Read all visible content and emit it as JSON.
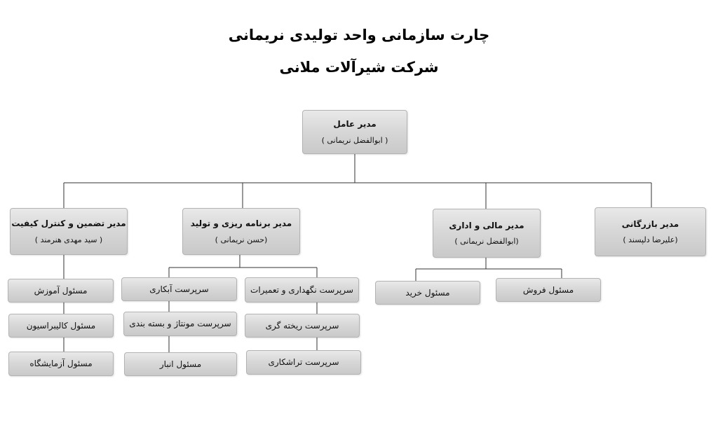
{
  "title": "چارت سازمانی واحد تولیدی نریمانی",
  "subtitle": "شرکت شیرآلات ملانی",
  "ceo": {
    "role": "مدیر عامل",
    "person": "( ابوالفضل نریمانی )"
  },
  "managers": {
    "commerce": {
      "role": "مدیر بازرگانی",
      "person": "(علیرضا دلپسند )"
    },
    "finance": {
      "role": "مدیر مالی و اداری",
      "person": "(ابوالفضل نریمانی )",
      "staff": [
        "مسئول فروش",
        "مسئول خرید"
      ]
    },
    "planning": {
      "role": "مدیر برنامه ریزی و تولید",
      "person": "(حسن نریمانی )",
      "right_column": [
        "سرپرست نگهداری و تعمیرات",
        "سرپرست ریخته گری",
        "سرپرست تراشکاری"
      ],
      "left_column": [
        "سرپرست آبکاری",
        "سرپرست مونتاژ و بسته بندی",
        "مسئول انبار"
      ]
    },
    "quality": {
      "role": "مدیر تضمین و کنترل کیفیت",
      "person": "( سید مهدی هنرمند )",
      "staff": [
        "مسئول آموزش",
        "مسئول کالیبراسیون",
        "مسئول آزمایشگاه"
      ]
    }
  }
}
